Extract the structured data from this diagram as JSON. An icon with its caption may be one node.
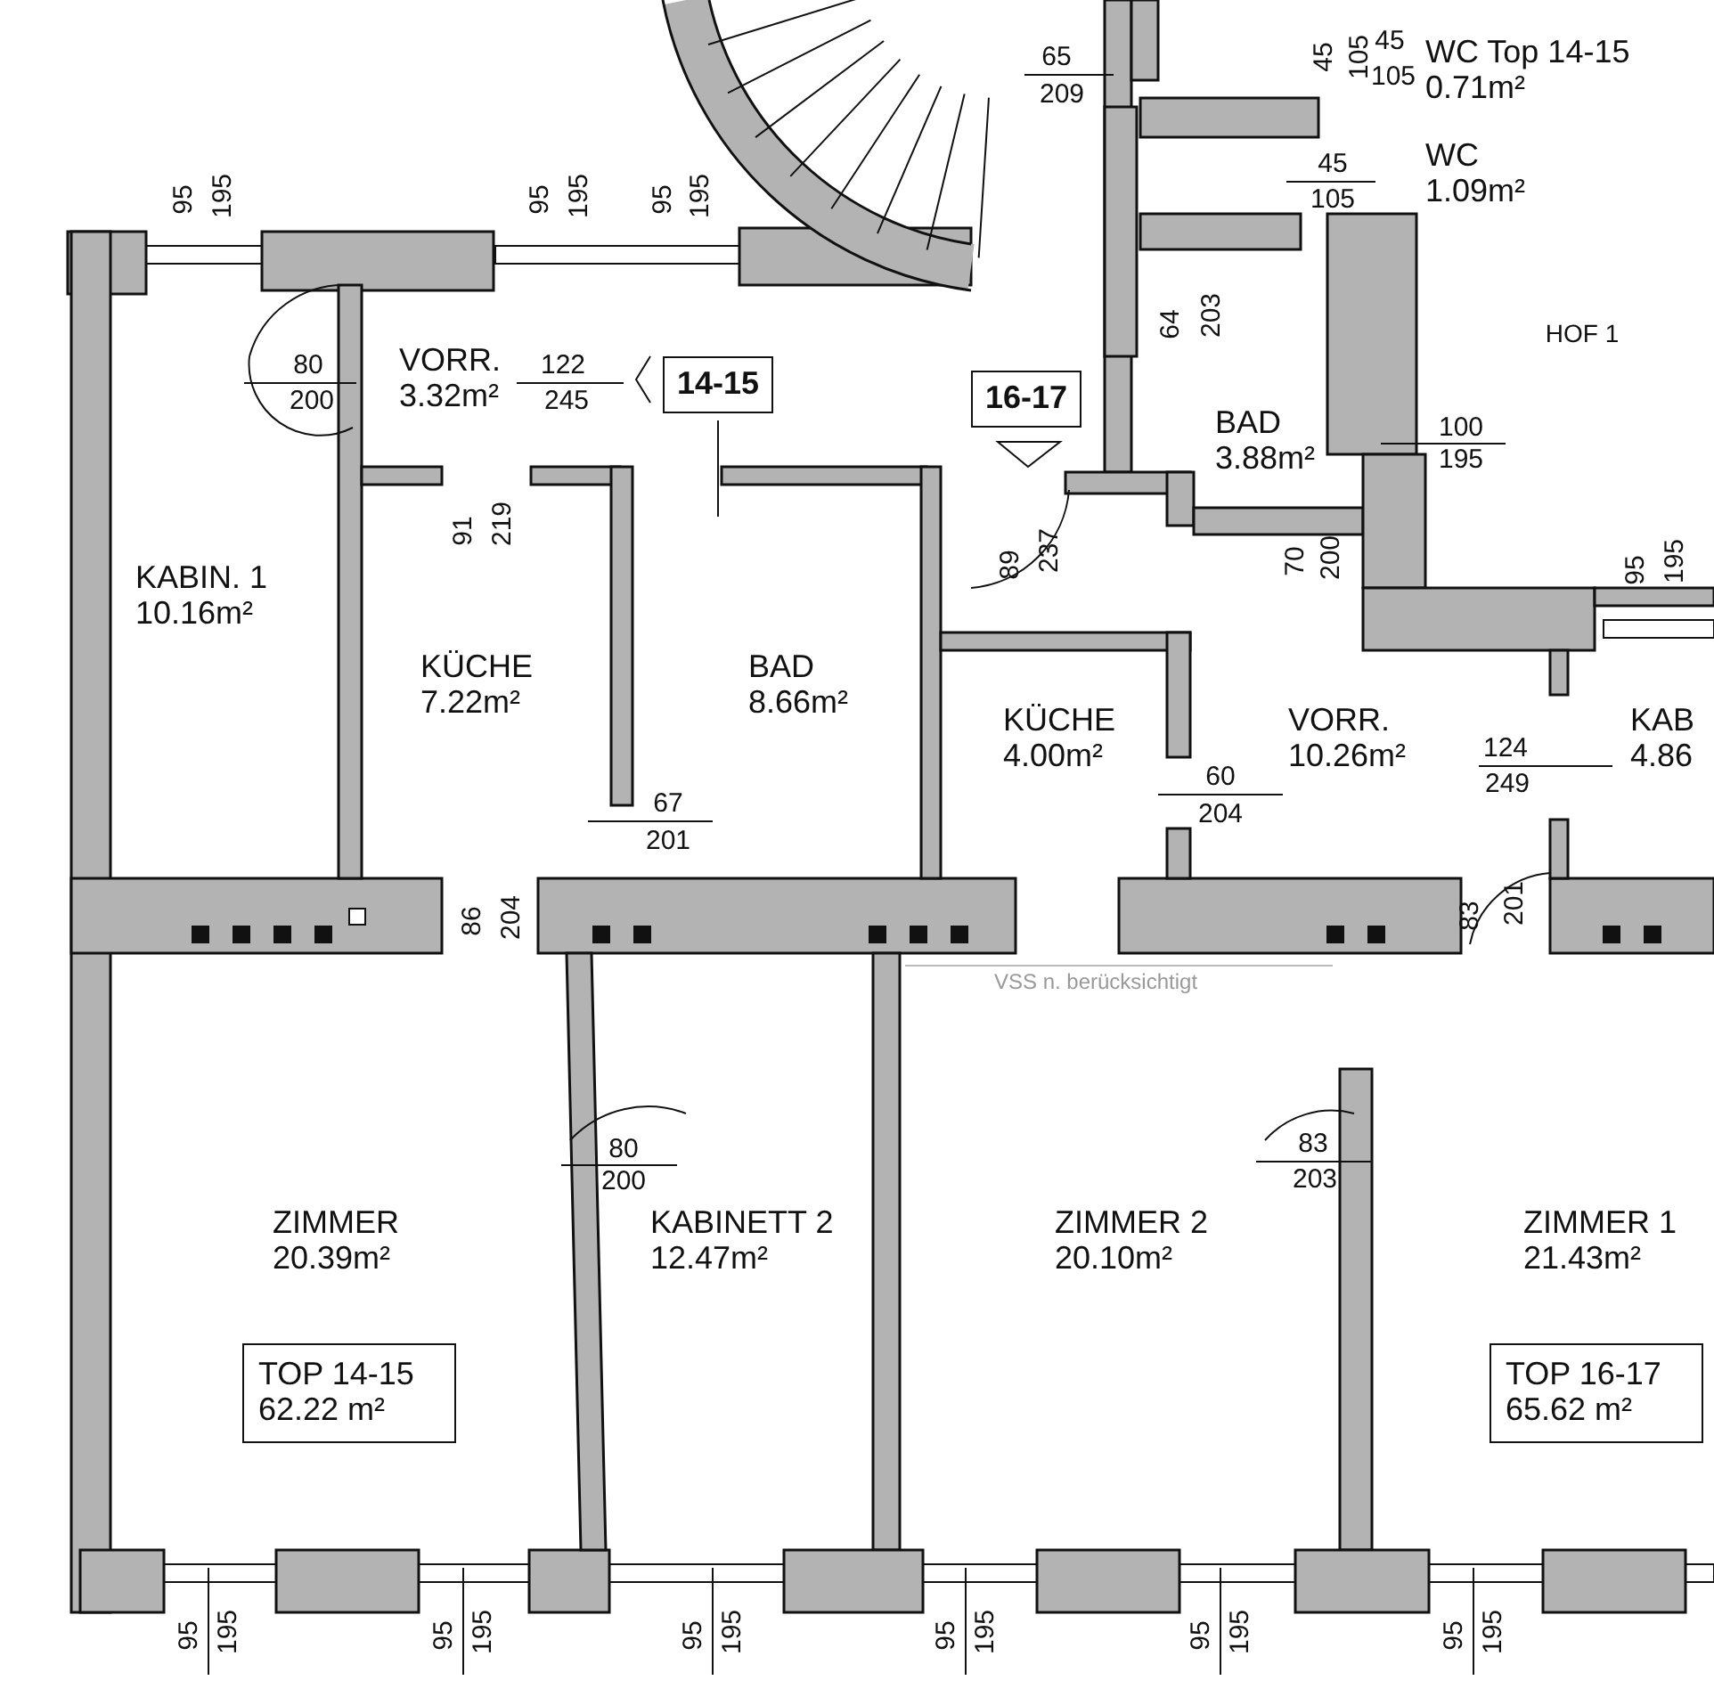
{
  "diagram": {
    "nodes": [
      {
        "text": [
          "WC Top 14-15",
          "0.71m²"
        ]
      },
      {
        "text": [
          "WC",
          "1.09m²"
        ]
      },
      {
        "text": [
          "VORR.",
          "3.32m²"
        ]
      },
      {
        "text": [
          "14-15"
        ]
      },
      {
        "text": [
          "16-17"
        ]
      },
      {
        "text": [
          "BAD",
          "3.88m²"
        ]
      },
      {
        "text": [
          "KABIN. 1",
          "10.16m²"
        ]
      },
      {
        "text": [
          "KÜCHE",
          "7.22m²"
        ]
      },
      {
        "text": [
          "BAD",
          "8.66m²"
        ]
      },
      {
        "text": [
          "KÜCHE",
          "4.00m²"
        ]
      },
      {
        "text": [
          "VORR.",
          "10.26m²"
        ]
      },
      {
        "text": [
          "KAB",
          "4.86"
        ]
      },
      {
        "text": [
          "ZIMMER",
          "20.39m²"
        ]
      },
      {
        "text": [
          "KABINETT 2",
          "12.47m²"
        ]
      },
      {
        "text": [
          "ZIMMER 2",
          "20.10m²"
        ]
      },
      {
        "text": [
          "ZIMMER 1",
          "21.43m²"
        ]
      },
      {
        "text": [
          "TOP 14-15",
          "62.22 m²"
        ],
        "in": 12
      },
      {
        "text": [
          "TOP 16-17",
          "65.62 m²"
        ],
        "in": 15
      }
    ],
    "labels": [
      "65",
      "209",
      "45",
      "105",
      "45",
      "105",
      "45",
      "105",
      "95",
      "195",
      "95",
      "195",
      "95",
      "195",
      "HOF 1",
      "64",
      "203",
      "80",
      "200",
      "122",
      "245",
      "100",
      "195",
      "91",
      "219",
      "89",
      "237",
      "70",
      "200",
      "95",
      "195",
      "124",
      "249",
      "60",
      "204",
      "67",
      "201",
      "86",
      "204",
      "83",
      "201",
      "VSS n. berücksichtigt",
      "83",
      "203",
      "80",
      "200",
      "95",
      "195",
      "95",
      "195",
      "95",
      "195",
      "95",
      "195",
      "95",
      "195",
      "95",
      "195"
    ]
  }
}
